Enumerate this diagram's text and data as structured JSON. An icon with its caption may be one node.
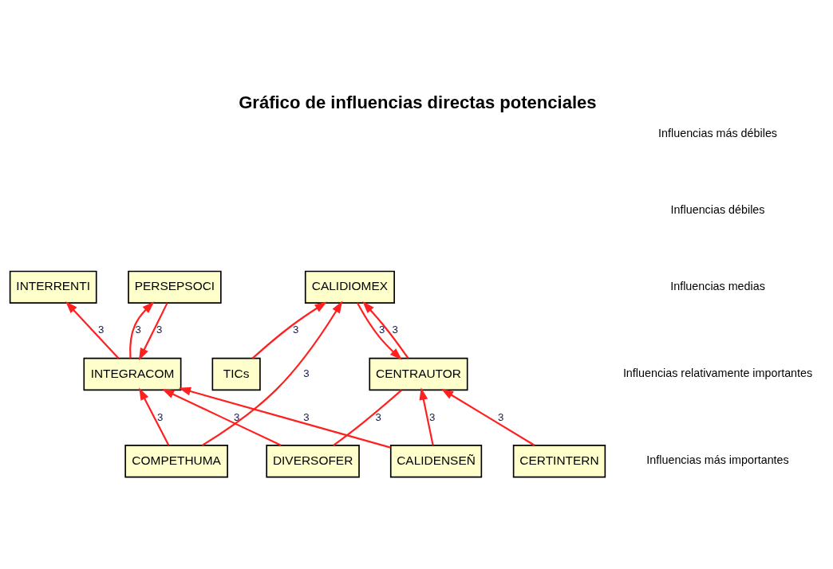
{
  "diagram": {
    "title": "Gráfico de influencias directas potenciales",
    "nodes": [
      {
        "text": [
          "INTERRENTI"
        ]
      },
      {
        "text": [
          "CALIDIOMEX"
        ]
      },
      {
        "text": [
          "TICs"
        ]
      },
      {
        "text": [
          "CENTRAUTOR"
        ]
      },
      {
        "text": [
          "INTEGRACOM"
        ]
      },
      {
        "text": [
          "DIVERSOFER"
        ]
      },
      {
        "text": [
          "COMPETHUMA"
        ]
      },
      {
        "text": [
          "CERTINTERN"
        ]
      },
      {
        "text": [
          "CALIDENSEÑ"
        ]
      },
      {
        "text": [
          "PERSEPSOCI"
        ]
      }
    ],
    "edges": [
      {
        "from": 2,
        "to": 1,
        "arrow": "to",
        "label": "3"
      },
      {
        "from": 6,
        "to": 1,
        "arrow": "to",
        "label": "3"
      },
      {
        "from": 3,
        "to": 1,
        "arrow": "to",
        "label": "3"
      },
      {
        "from": 1,
        "to": 3,
        "arrow": "to",
        "label": "3"
      },
      {
        "from": 5,
        "to": 3,
        "arrow": "none",
        "label": "3"
      },
      {
        "from": 7,
        "to": 3,
        "arrow": "to",
        "label": "3"
      },
      {
        "from": 8,
        "to": 3,
        "arrow": "to",
        "label": "3"
      },
      {
        "from": 5,
        "to": 4,
        "arrow": "to",
        "label": "3"
      },
      {
        "from": 6,
        "to": 4,
        "arrow": "to",
        "label": "3"
      },
      {
        "from": 8,
        "to": 4,
        "arrow": "to",
        "label": "3"
      },
      {
        "from": 4,
        "to": 0,
        "arrow": "to",
        "label": "3"
      },
      {
        "from": 4,
        "to": 9,
        "arrow": "to",
        "label": "3"
      },
      {
        "from": 9,
        "to": 4,
        "arrow": "to",
        "label": "3"
      }
    ],
    "legend": [
      {
        "text": "Influencias más débiles"
      },
      {
        "text": "Influencias débiles"
      },
      {
        "text": "Influencias medias"
      },
      {
        "text": "Influencias relativamente importantes"
      },
      {
        "text": "Influencias más importantes"
      }
    ]
  }
}
